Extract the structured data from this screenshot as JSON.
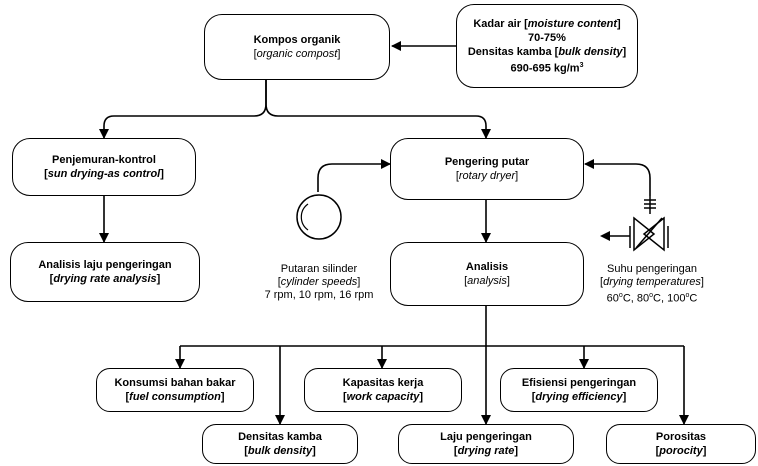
{
  "nodes": {
    "compost": {
      "title": "Kompos organik",
      "subtitle": "organic compost"
    },
    "input_props": {
      "line1_prefix": "Kadar air [",
      "line1_italic": "moisture content",
      "line1_suffix": "]",
      "line2": "70-75%",
      "line3_prefix": "Densitas kamba [",
      "line3_italic": "bulk density",
      "line3_suffix": "]",
      "line4_value": "690-695 kg/m",
      "line4_sup": "3"
    },
    "sun_drying": {
      "title": "Penjemuran-kontrol",
      "subtitle": "sun drying-as control"
    },
    "rotary_dryer": {
      "title": "Pengering putar",
      "subtitle": "rotary dryer"
    },
    "drying_rate_analysis": {
      "title": "Analisis laju pengeringan",
      "subtitle": "drying rate analysis"
    },
    "analysis": {
      "title": "Analisis",
      "subtitle": "analysis"
    },
    "fuel": {
      "title": "Konsumsi bahan bakar",
      "subtitle": "fuel consumption"
    },
    "work_capacity": {
      "title": "Kapasitas kerja",
      "subtitle": "work capacity"
    },
    "efficiency": {
      "title": "Efisiensi pengeringan",
      "subtitle": "drying efficiency"
    },
    "bulk_density": {
      "title": "Densitas kamba",
      "subtitle": "bulk density"
    },
    "drying_rate": {
      "title": "Laju pengeringan",
      "subtitle": "drying rate"
    },
    "porosity": {
      "title": "Porositas",
      "subtitle": "porocity"
    }
  },
  "cylinder_speed": {
    "line1": "Putaran silinder",
    "line2": "cylinder speeds",
    "line3": "7 rpm, 10 rpm, 16 rpm"
  },
  "drying_temp": {
    "line1": "Suhu pengeringan",
    "line2": "drying temperatures",
    "temps": [
      "60",
      "80",
      "100"
    ],
    "unit": "C",
    "degree": "o"
  }
}
